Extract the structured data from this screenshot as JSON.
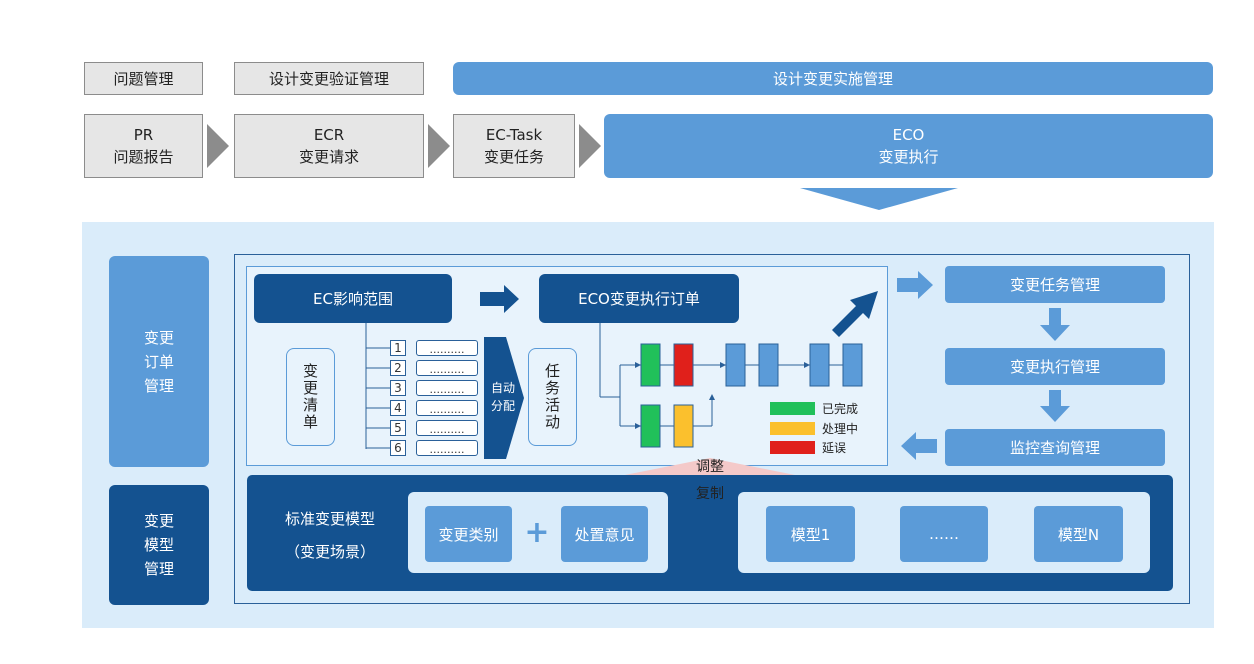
{
  "top_row": {
    "issue_mgmt": "问题管理",
    "design_verify": "设计变更验证管理",
    "design_impl": "设计变更实施管理"
  },
  "flow": {
    "pr": {
      "code": "PR",
      "label": "问题报告"
    },
    "ecr": {
      "code": "ECR",
      "label": "变更请求"
    },
    "ectask": {
      "code": "EC-Task",
      "label": "变更任务"
    },
    "eco": {
      "code": "ECO",
      "label": "变更执行"
    }
  },
  "left": {
    "order_mgmt": "变更\n订单\n管理",
    "model_mgmt": "变更\n模型\n管理"
  },
  "inner": {
    "ec_scope": "EC影响范围",
    "eco_order": "ECO变更执行订单",
    "change_list": "变更清单",
    "list_items": [
      {
        "num": "1",
        "dots": ".........."
      },
      {
        "num": "2",
        "dots": ".........."
      },
      {
        "num": "3",
        "dots": ".........."
      },
      {
        "num": "4",
        "dots": ".........."
      },
      {
        "num": "5",
        "dots": ".........."
      },
      {
        "num": "6",
        "dots": ".........."
      }
    ],
    "auto_assign": "自动\n分配",
    "task_activity": "任务活动"
  },
  "legend": [
    {
      "label": "已完成",
      "color": "#21c05a"
    },
    {
      "label": "处理中",
      "color": "#fbc02d"
    },
    {
      "label": "延误",
      "color": "#e0201b"
    }
  ],
  "right_mgmt": {
    "task_mgmt": "变更任务管理",
    "exec_mgmt": "变更执行管理",
    "monitor_mgmt": "监控查询管理"
  },
  "adjust": "调整",
  "copy": "复制",
  "model_section": {
    "title": "标准变更模型",
    "subtitle": "（变更场景）",
    "category": "变更类别",
    "plus": "+",
    "opinion": "处置意见",
    "model1": "模型1",
    "ellipsis": "……",
    "modeln": "模型N"
  },
  "colors": {
    "light_blue": "#5b9bd8",
    "dark_blue": "#145290",
    "panel_bg": "#daecfa",
    "green": "#21c05a",
    "yellow": "#fbc02d",
    "red": "#e0201b"
  }
}
